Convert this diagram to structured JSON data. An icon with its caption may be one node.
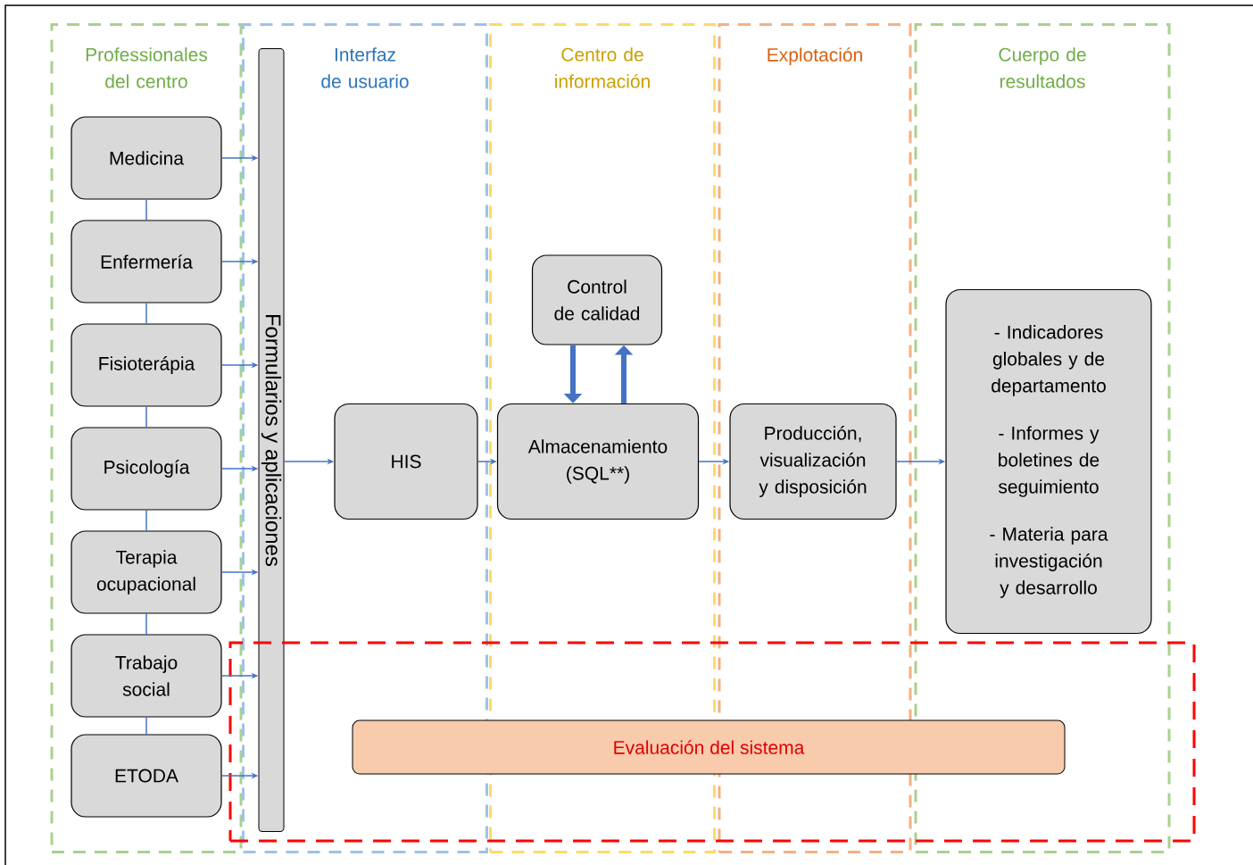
{
  "diagram": {
    "nodes": [
      {
        "text": [
          "Professionales del centro"
        ]
      },
      {
        "text": [
          "Medicina"
        ],
        "in": 0
      },
      {
        "text": [
          "Enfermería"
        ],
        "in": 0
      },
      {
        "text": [
          "Fisioterápia"
        ],
        "in": 0
      },
      {
        "text": [
          "Psicología"
        ],
        "in": 0
      },
      {
        "text": [
          "Terapia ocupacional"
        ],
        "in": 0
      },
      {
        "text": [
          "Trabajo social"
        ],
        "in": 0
      },
      {
        "text": [
          "ETODA"
        ],
        "in": 0
      },
      {
        "text": [
          "Interfaz de usuario"
        ]
      },
      {
        "text": [
          "Formularios y aplicaciones"
        ],
        "in": 8
      },
      {
        "text": [
          "HIS"
        ],
        "in": 8
      },
      {
        "text": [
          "Centro de información"
        ]
      },
      {
        "text": [
          "Control de calidad"
        ],
        "in": 11
      },
      {
        "text": [
          "Almacenamiento (SQL**)"
        ],
        "in": 11
      },
      {
        "text": [
          "Explotación"
        ]
      },
      {
        "text": [
          "Producción, visualización y disposición"
        ],
        "in": 14
      },
      {
        "text": [
          "Cuerpo de resultados"
        ]
      },
      {
        "text": [
          "- Indicadores globales y de departamento",
          "- Informes y boletines de seguimiento",
          "- Materia para investigación y desarrollo"
        ],
        "in": 16
      },
      {
        "text": [],
        "shape": "box"
      },
      {
        "text": [
          "Evaluación del sistema"
        ],
        "in": 18
      }
    ],
    "edges": [
      {
        "from": 1,
        "to": 2,
        "arrow": "none"
      },
      {
        "from": 2,
        "to": 3,
        "arrow": "none"
      },
      {
        "from": 3,
        "to": 4,
        "arrow": "none"
      },
      {
        "from": 4,
        "to": 5,
        "arrow": "none"
      },
      {
        "from": 5,
        "to": 6,
        "arrow": "none"
      },
      {
        "from": 6,
        "to": 7,
        "arrow": "none"
      },
      {
        "from": 1,
        "to": 9,
        "arrow": "to"
      },
      {
        "from": 2,
        "to": 9,
        "arrow": "to"
      },
      {
        "from": 3,
        "to": 9,
        "arrow": "to"
      },
      {
        "from": 4,
        "to": 9,
        "arrow": "to"
      },
      {
        "from": 5,
        "to": 9,
        "arrow": "to"
      },
      {
        "from": 6,
        "to": 9,
        "arrow": "to"
      },
      {
        "from": 7,
        "to": 9,
        "arrow": "to"
      },
      {
        "from": 9,
        "to": 10,
        "arrow": "to"
      },
      {
        "from": 10,
        "to": 13,
        "arrow": "to"
      },
      {
        "from": 12,
        "to": 13,
        "arrow": "to",
        "style": "thick"
      },
      {
        "from": 13,
        "to": 12,
        "arrow": "to",
        "style": "thick"
      },
      {
        "from": 13,
        "to": 15,
        "arrow": "to"
      },
      {
        "from": 15,
        "to": 17,
        "arrow": "to"
      }
    ]
  }
}
